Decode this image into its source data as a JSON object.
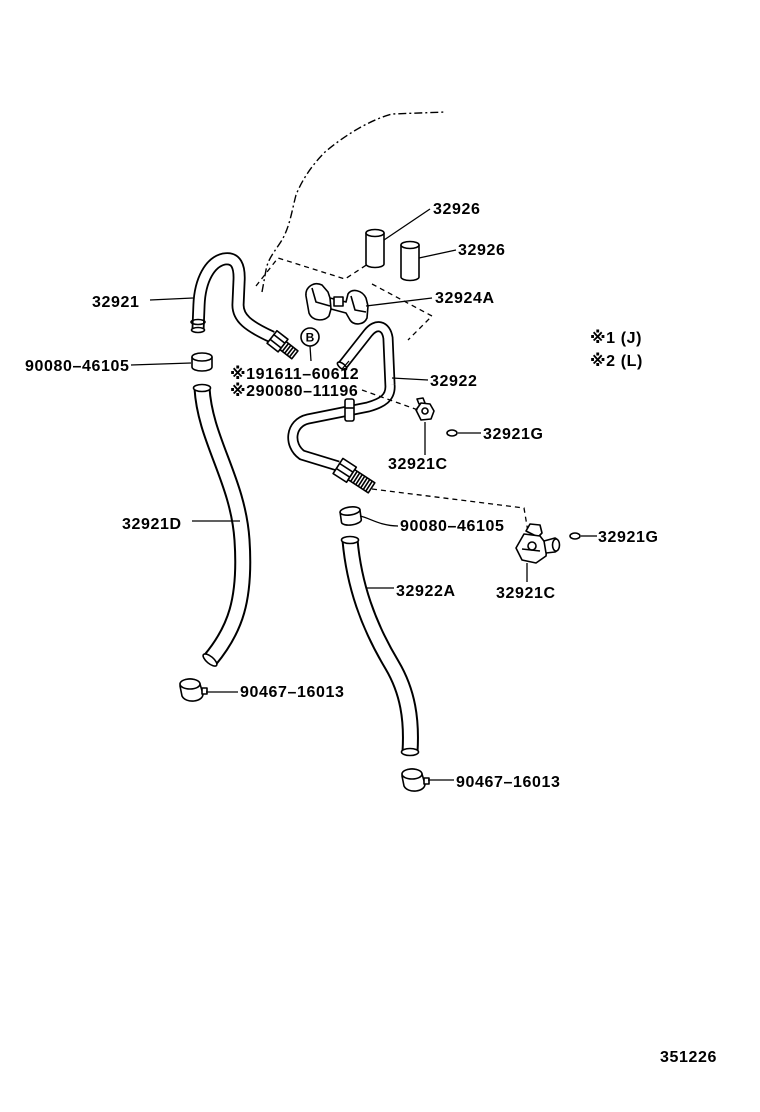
{
  "labels": {
    "sleeve_top": "32926",
    "sleeve_second": "32926",
    "hose_upper": "32921",
    "bracket": "32924A",
    "note_1": "※1 (J)",
    "note_2": "※2 (L)",
    "clamp_upper_left": "90080–46105",
    "marker_b": "B",
    "bolt_note_1": "※191611–60612",
    "bolt_note_2": "※290080–11196",
    "pipe": "32922",
    "oring_upper": "32921G",
    "union_upper": "32921C",
    "hose_left": "32921D",
    "clamp_lower": "90080–46105",
    "oring_lower": "32921G",
    "union_lower": "32921C",
    "hose_lower": "32922A",
    "band_clamp_left": "90467–16013",
    "band_clamp_lower": "90467–16013",
    "illustration_number": "351226"
  },
  "colors": {
    "line": "#000000",
    "background": "#ffffff"
  }
}
